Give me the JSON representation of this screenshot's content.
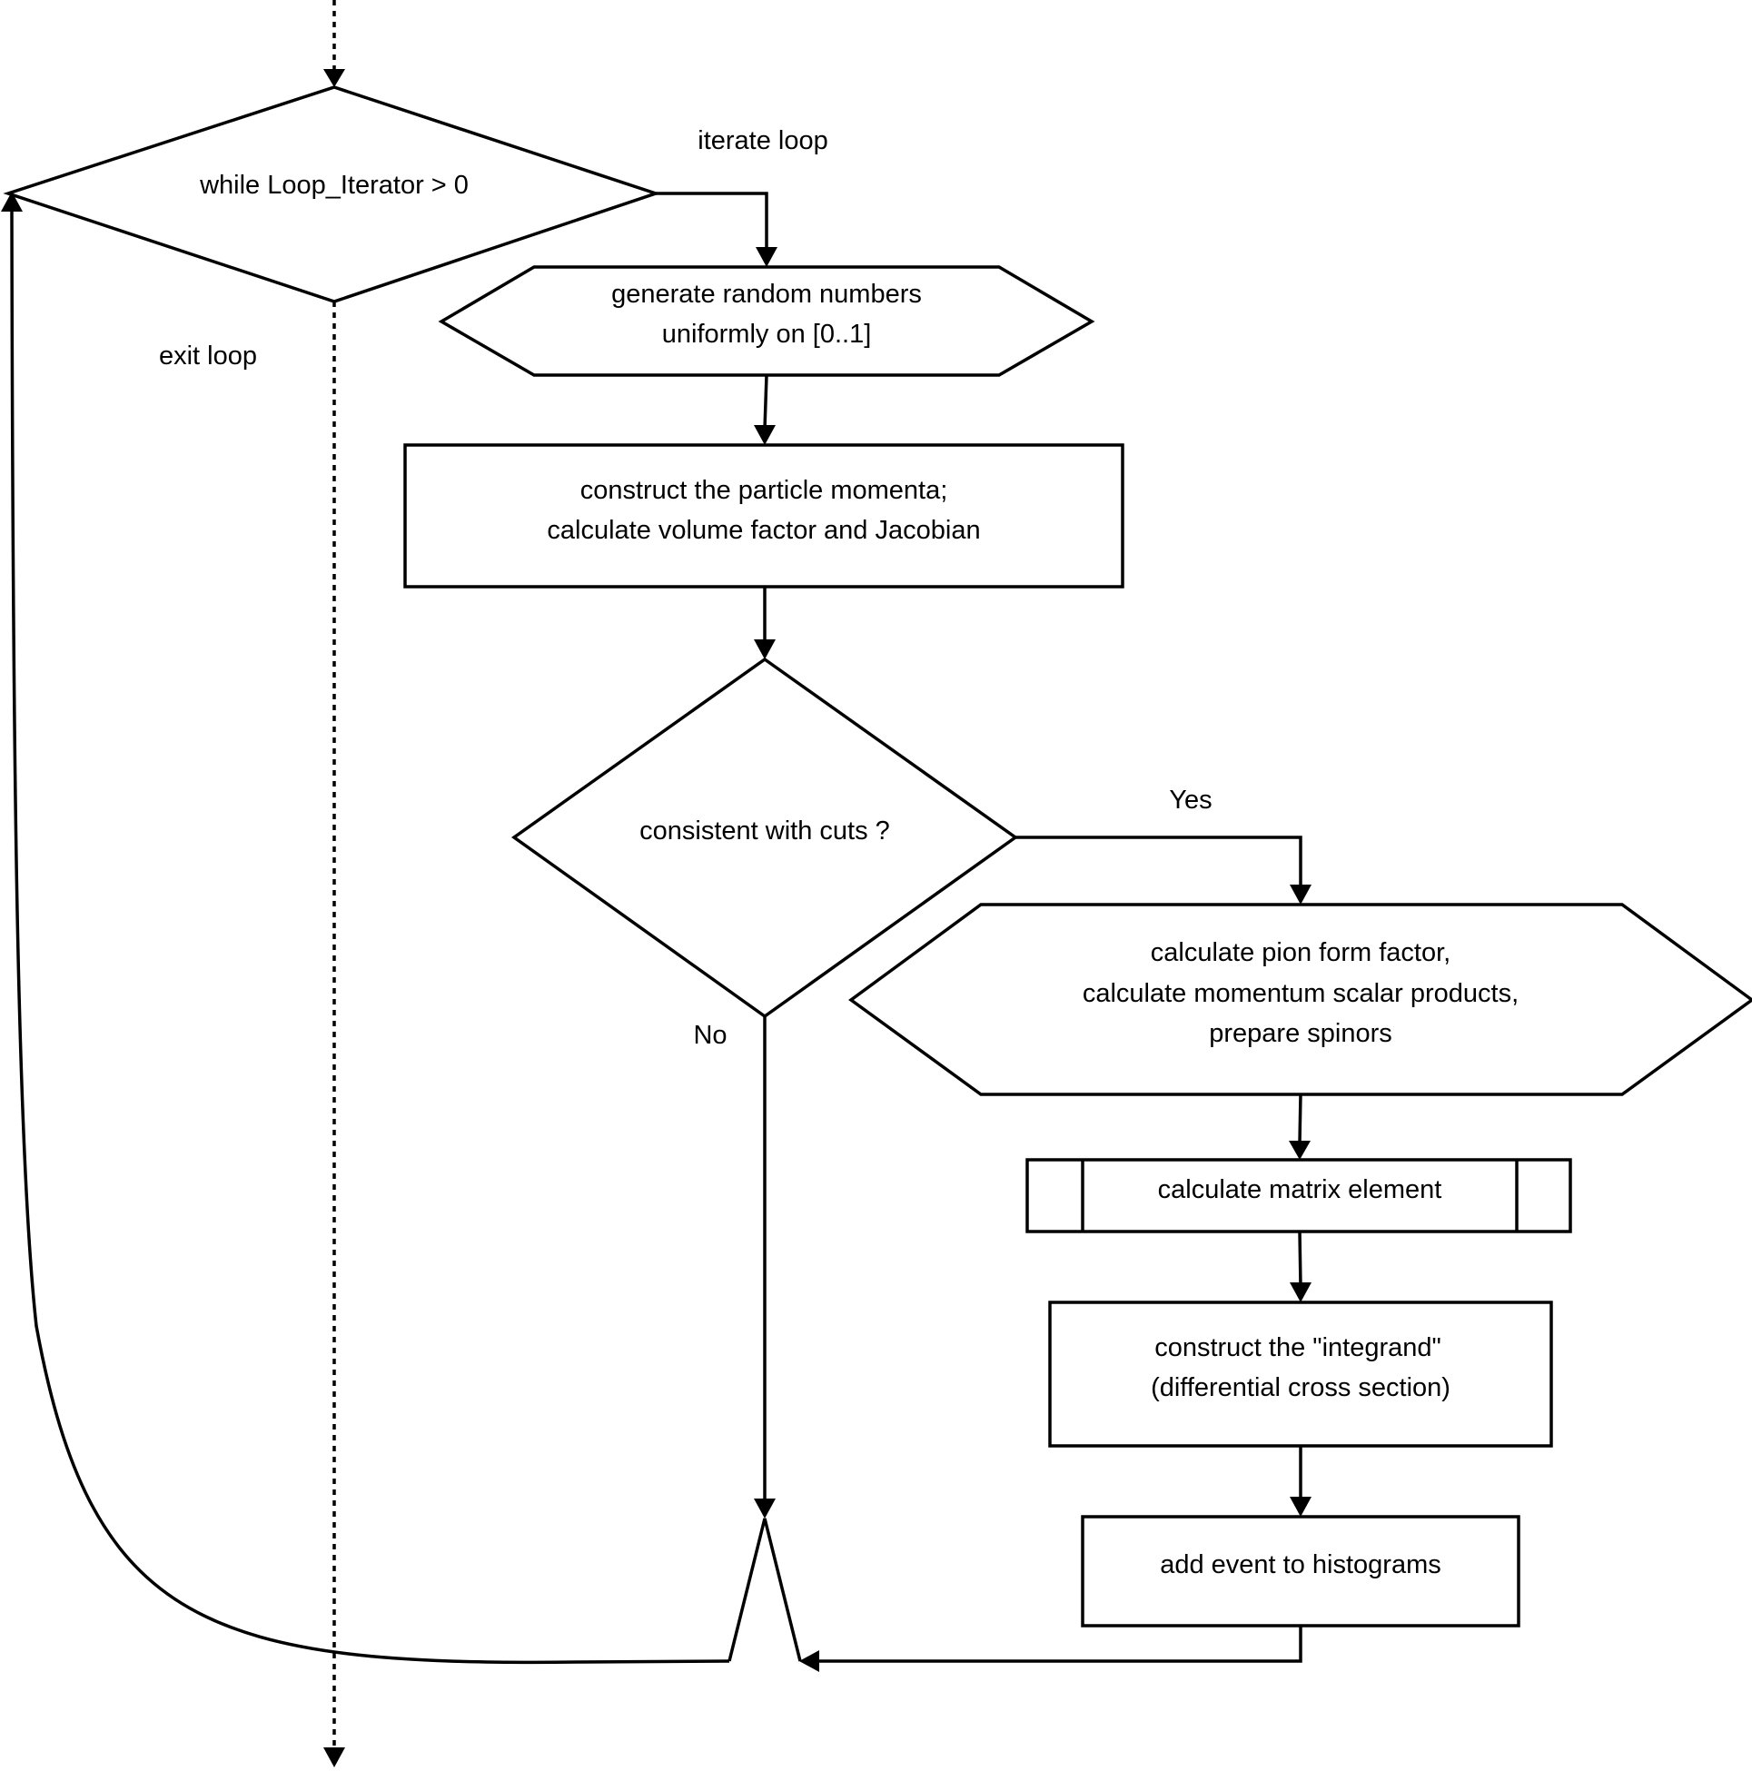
{
  "decision_loop": "while Loop_Iterator > 0",
  "label_iterate": "iterate loop",
  "label_exit": "exit loop",
  "generate": [
    "generate random numbers",
    "uniformly on [0..1]"
  ],
  "construct_momenta": [
    "construct the particle momenta;",
    "calculate volume factor and Jacobian"
  ],
  "decision_cuts": "consistent with cuts ?",
  "label_yes": "Yes",
  "label_no": "No",
  "prepare": [
    "calculate pion form factor,",
    "calculate momentum scalar products,",
    "prepare spinors"
  ],
  "matrix_element": "calculate matrix element",
  "integrand": [
    "construct the \"integrand\"",
    "(differential cross section)"
  ],
  "histograms": "add event to histograms"
}
